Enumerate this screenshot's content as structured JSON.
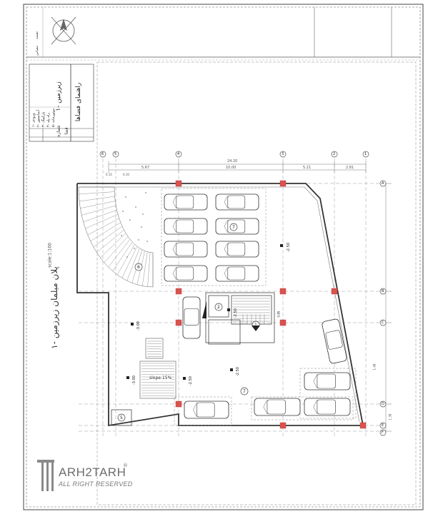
{
  "sheet": {
    "watermark_brand": "ARH2TARH",
    "watermark_rights": "ALL RIGHT RESERVED",
    "watermark_registered": "®"
  },
  "titleblock": {
    "project_title": "راهنمای فضاها",
    "floor_label": "زیرزمین -۱",
    "legend_items": [
      "۱- ورودی",
      "۲- آسانسور",
      "۳- پارکینگ",
      "۴- راه پله",
      "۵- موتورخانه"
    ],
    "col_number": "شماره",
    "col_space": "فضا"
  },
  "drawing": {
    "plan_title": "پلان مبلمان زیرزمین -۱",
    "scale": "scale:1:100",
    "slope_label": "slope:15%",
    "overall_dim": "24.20",
    "segment_dims": [
      "5.67",
      "10.00",
      "5.21",
      "2.81"
    ],
    "small_dims": [
      "0.15",
      "0.10"
    ],
    "grid_columns": [
      "6",
      "5",
      "4",
      "3",
      "2",
      "1"
    ],
    "grid_rows": [
      "A",
      "B",
      "C",
      "D",
      "E",
      "F"
    ],
    "level_labels": [
      "-2.50",
      "-2.50",
      "-3.00",
      "-3.00",
      "-2.50",
      "-2.50"
    ],
    "room_tags": [
      "6",
      "7",
      "2",
      "1",
      "7",
      "5"
    ],
    "stair_dim": "0.85",
    "right_dims": [
      "1.38",
      "1.48"
    ]
  },
  "north_arrow": {
    "marks": [
      "N"
    ]
  }
}
